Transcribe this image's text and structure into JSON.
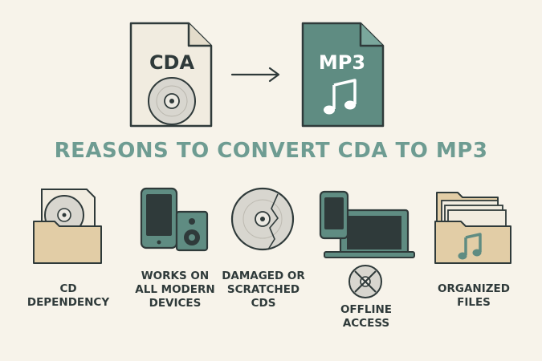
{
  "top": {
    "source_file": {
      "label": "CDA",
      "icon": "cd-file-icon"
    },
    "arrow": {
      "icon": "right-arrow-icon"
    },
    "target_file": {
      "label": "MP3",
      "icon": "music-file-icon"
    }
  },
  "heading": "REASONS TO CONVERT CDA TO MP3",
  "reasons": [
    {
      "label": "CD\nDEPENDENCY",
      "icon": "cd-folder-icon"
    },
    {
      "label": "WORKS ON\nALL MODERN\nDEVICES",
      "icon": "tablet-speaker-icon"
    },
    {
      "label": "DAMAGED OR\nSCRATCHED\nCDS",
      "icon": "cracked-disc-icon"
    },
    {
      "label": "OFFLINE\nACCESS",
      "icon": "phone-laptop-icon"
    },
    {
      "label": "ORGANIZED\nFILES",
      "icon": "music-folder-icon"
    }
  ],
  "colors": {
    "background": "#f7f3ea",
    "teal": "#5f8c82",
    "heading": "#6e9c92",
    "beige": "#e2cda6",
    "paper": "#f1ece0",
    "outline": "#2f3a3a"
  }
}
